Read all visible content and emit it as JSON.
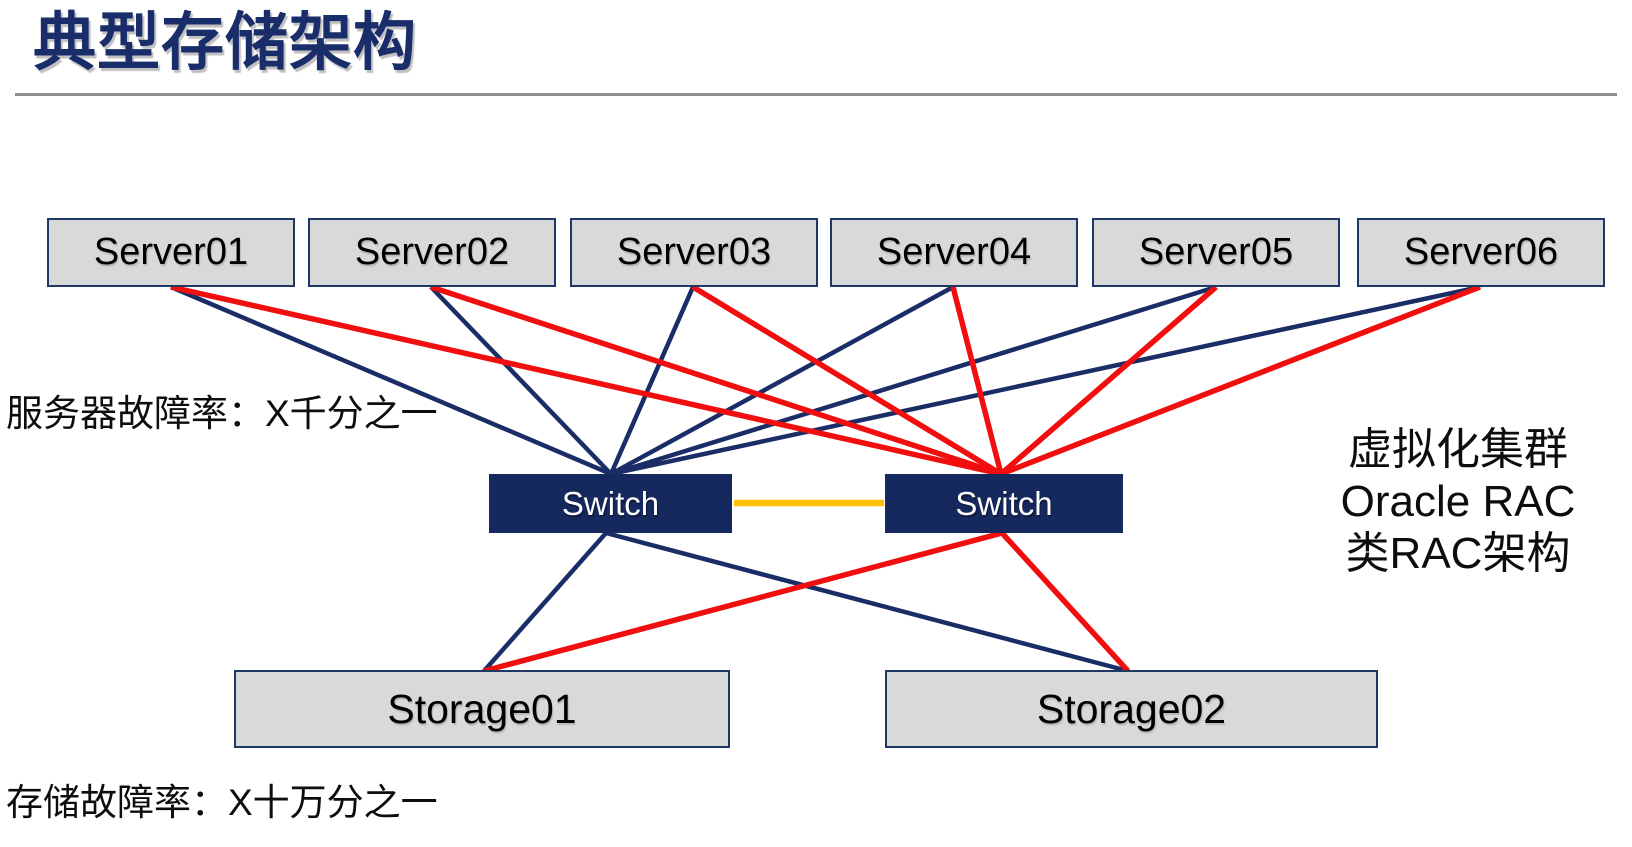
{
  "slide": {
    "title": "典型存储架构",
    "notes": {
      "server_failure_rate": "服务器故障率：X千分之一",
      "storage_failure_rate": "存储故障率：X十万分之一",
      "cluster_note_lines": [
        "虚拟化集群",
        "Oracle RAC",
        "类RAC架构"
      ]
    }
  },
  "diagram": {
    "servers": [
      {
        "id": "server1",
        "label": "Server01"
      },
      {
        "id": "server2",
        "label": "Server02"
      },
      {
        "id": "server3",
        "label": "Server03"
      },
      {
        "id": "server4",
        "label": "Server04"
      },
      {
        "id": "server5",
        "label": "Server05"
      },
      {
        "id": "server6",
        "label": "Server06"
      }
    ],
    "switches": [
      {
        "id": "switch1",
        "label": "Switch"
      },
      {
        "id": "switch2",
        "label": "Switch"
      }
    ],
    "storages": [
      {
        "id": "storage1",
        "label": "Storage01"
      },
      {
        "id": "storage2",
        "label": "Storage02"
      }
    ],
    "connections": [
      {
        "from": "server1",
        "to": "switch1",
        "color": "navy"
      },
      {
        "from": "server2",
        "to": "switch1",
        "color": "navy"
      },
      {
        "from": "server3",
        "to": "switch1",
        "color": "navy"
      },
      {
        "from": "server4",
        "to": "switch1",
        "color": "navy"
      },
      {
        "from": "server5",
        "to": "switch1",
        "color": "navy"
      },
      {
        "from": "server6",
        "to": "switch1",
        "color": "navy"
      },
      {
        "from": "switch1",
        "to": "storage1",
        "color": "navy"
      },
      {
        "from": "switch1",
        "to": "storage2",
        "color": "navy"
      },
      {
        "from": "switch1",
        "to": "switch2",
        "color": "inter_switch_link"
      },
      {
        "from": "server1",
        "to": "switch2",
        "color": "red"
      },
      {
        "from": "server2",
        "to": "switch2",
        "color": "red"
      },
      {
        "from": "server3",
        "to": "switch2",
        "color": "red"
      },
      {
        "from": "server4",
        "to": "switch2",
        "color": "red"
      },
      {
        "from": "server5",
        "to": "switch2",
        "color": "red"
      },
      {
        "from": "server6",
        "to": "switch2",
        "color": "red"
      },
      {
        "from": "switch2",
        "to": "storage1",
        "color": "red"
      },
      {
        "from": "switch2",
        "to": "storage2",
        "color": "red"
      }
    ],
    "colors": {
      "navy": "#1b2d66",
      "red": "#f10e0e",
      "inter_switch_link": "#ffc000",
      "node_fill": "#d9d9d9",
      "node_border": "#1f3864",
      "switch_fill": "#16295f",
      "title": "#1a2d6b",
      "divider": "#8f8f8f"
    }
  }
}
